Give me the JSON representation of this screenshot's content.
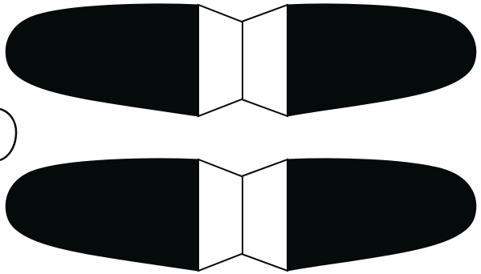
{
  "diagram": {
    "subject": "chromosome-pair",
    "colors": {
      "fill": "#050a0b",
      "stroke": "#050a0b",
      "background": "#ffffff"
    },
    "chromosomes": [
      {
        "id": "upper"
      },
      {
        "id": "lower"
      }
    ]
  }
}
